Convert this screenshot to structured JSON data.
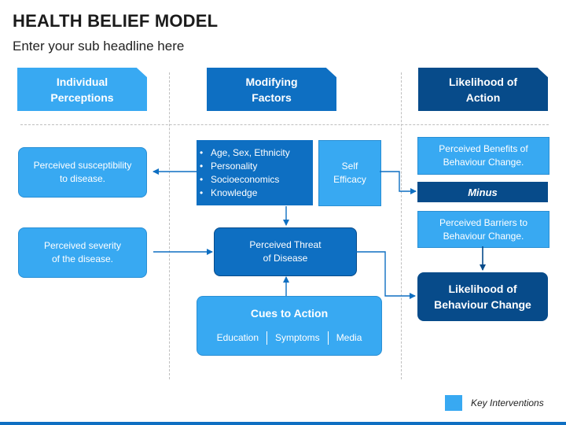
{
  "title": "HEALTH BELIEF MODEL",
  "subtitle": "Enter your sub headline here",
  "headers": {
    "individual": "Individual\nPerceptions",
    "modifying": "Modifying\nFactors",
    "likelihood": "Likelihood of\nAction"
  },
  "left_boxes": {
    "susceptibility": "Perceived susceptibility\nto disease.",
    "severity": "Perceived severity\nof the disease."
  },
  "factors": [
    "Age, Sex, Ethnicity",
    "Personality",
    "Socioeconomics",
    "Knowledge"
  ],
  "self_efficacy": "Self\nEfficacy",
  "threat": "Perceived Threat\nof Disease",
  "cues": {
    "title": "Cues to Action",
    "items": [
      "Education",
      "Symptoms",
      "Media"
    ]
  },
  "right_boxes": {
    "benefits": "Perceived Benefits of\nBehaviour Change.",
    "minus": "Minus",
    "barriers": "Perceived Barriers to\nBehaviour Change.",
    "outcome": "Likelihood of\nBehaviour Change"
  },
  "legend": {
    "label": "Key Interventions",
    "color": "#38a9f2"
  },
  "colors": {
    "light": "#38a9f2",
    "mid": "#0e6fc2",
    "dark": "#074b8a"
  }
}
